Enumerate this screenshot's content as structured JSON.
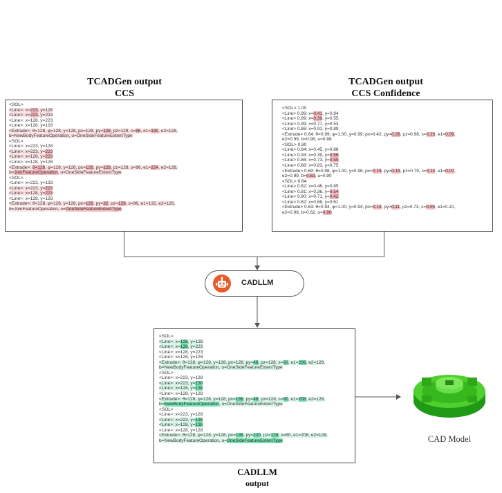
{
  "titles": {
    "left": [
      "TCADGen output",
      "CCS"
    ],
    "right": [
      "TCADGen output",
      "CCS Confidence"
    ],
    "bottom": [
      "CADLLM",
      "output"
    ]
  },
  "cadllm": {
    "label": "CADLLM",
    "icon": "robot-icon"
  },
  "cad_model": {
    "caption": "CAD Model"
  },
  "colors": {
    "highlight_red": "#f6b8bd",
    "band_red": "#fde3e5",
    "highlight_green": "#74e3b2",
    "band_green": "#dbf6ea"
  },
  "panels": {
    "ccs": [
      {
        "band": "",
        "segs": [
          {
            "t": "<SOL>"
          }
        ]
      },
      {
        "band": "red",
        "segs": [
          {
            "t": "<Line>: x="
          },
          {
            "t": "223",
            "h": true
          },
          {
            "t": ", y=128"
          }
        ]
      },
      {
        "band": "red",
        "segs": [
          {
            "t": "<Line>: x="
          },
          {
            "t": "223",
            "h": true
          },
          {
            "t": ", y=223"
          }
        ]
      },
      {
        "band": "",
        "segs": [
          {
            "t": "<Line>: x=128, y=223"
          }
        ]
      },
      {
        "band": "",
        "segs": [
          {
            "t": "<Line>: x=128, y=128"
          }
        ]
      },
      {
        "band": "red",
        "segs": [
          {
            "t": "<Extrude>: θ=128, φ=128, y=128, px=128, py="
          },
          {
            "t": "128",
            "h": true
          },
          {
            "t": ", pz=128, s="
          },
          {
            "t": "96",
            "h": true
          },
          {
            "t": ", e1="
          },
          {
            "t": "130",
            "h": true
          },
          {
            "t": ", e2=128,"
          }
        ]
      },
      {
        "band": "red",
        "segs": [
          {
            "t": "b=NewBodyFeatureOperation, u=OneSideFeatureExtentType"
          }
        ]
      },
      {
        "band": "",
        "segs": [
          {
            "t": "<SOL>"
          }
        ]
      },
      {
        "band": "",
        "segs": [
          {
            "t": "<Line>: x=223, y=128"
          }
        ]
      },
      {
        "band": "red",
        "segs": [
          {
            "t": "<Line>: x=223, y="
          },
          {
            "t": "223",
            "h": true
          }
        ]
      },
      {
        "band": "red",
        "segs": [
          {
            "t": "<Line>: x=128, y="
          },
          {
            "t": "223",
            "h": true
          }
        ]
      },
      {
        "band": "",
        "segs": [
          {
            "t": "<Line>: x=128, y=128"
          }
        ]
      },
      {
        "band": "red",
        "segs": [
          {
            "t": "<Extrude>: "
          },
          {
            "t": "θ=128",
            "h": true
          },
          {
            "t": ", φ=128, y=128, px="
          },
          {
            "t": "128",
            "h": true
          },
          {
            "t": ", py="
          },
          {
            "t": "128",
            "h": true
          },
          {
            "t": ", pz=128, s=96, e1="
          },
          {
            "t": "224",
            "h": true
          },
          {
            "t": ", e2=128,"
          }
        ]
      },
      {
        "band": "red",
        "segs": [
          {
            "t": "b="
          },
          {
            "t": "JoinFeatureOperation",
            "h": true
          },
          {
            "t": ", u=OneSideFeatureExtentType"
          }
        ]
      },
      {
        "band": "",
        "segs": [
          {
            "t": "<SOL>"
          }
        ]
      },
      {
        "band": "",
        "segs": [
          {
            "t": "<Line>: x=223, y=128"
          }
        ]
      },
      {
        "band": "red",
        "segs": [
          {
            "t": "<Line>: x=223, y="
          },
          {
            "t": "223",
            "h": true
          }
        ]
      },
      {
        "band": "red",
        "segs": [
          {
            "t": "<Line>: x=128, y="
          },
          {
            "t": "223",
            "h": true
          }
        ]
      },
      {
        "band": "",
        "segs": [
          {
            "t": "<Line>: x=128, y=128"
          }
        ]
      },
      {
        "band": "red",
        "segs": [
          {
            "t": "<Extrude>: θ=128, φ=128, y=128, px="
          },
          {
            "t": "128",
            "h": true
          },
          {
            "t": ", py="
          },
          {
            "t": "32",
            "h": true
          },
          {
            "t": ", pz="
          },
          {
            "t": "128",
            "h": true
          },
          {
            "t": ", s=96, e1=132, e2=128,"
          }
        ]
      },
      {
        "band": "red",
        "segs": [
          {
            "t": "b=JoinFeatureOperation, u="
          },
          {
            "t": "OneSideFeatureExtentType",
            "h": true
          }
        ]
      }
    ],
    "confidence": [
      {
        "band": "",
        "segs": [
          {
            "t": "<SOL> 1.00"
          }
        ]
      },
      {
        "band": "",
        "segs": [
          {
            "t": "<Line> 0.99: x="
          },
          {
            "t": "0.41",
            "h": true
          },
          {
            "t": ", y=0.94"
          }
        ]
      },
      {
        "band": "",
        "segs": [
          {
            "t": "<Line> 0.99: x="
          },
          {
            "t": "0.39",
            "h": true
          },
          {
            "t": ", y=0.55"
          }
        ]
      },
      {
        "band": "",
        "segs": [
          {
            "t": "<Line> 0.99: x=0.77, y=0.53"
          }
        ]
      },
      {
        "band": "",
        "segs": [
          {
            "t": "<Line> 0.86: x=0.91, y=0.89"
          }
        ]
      },
      {
        "band": "",
        "segs": [
          {
            "t": "<Extrude> 0.64: θ=0.99, φ=1.00, y=0.99, px=0.42, py="
          },
          {
            "t": "0.28",
            "h": true
          },
          {
            "t": ", pz=0.98, s="
          },
          {
            "t": "0.23",
            "h": true
          },
          {
            "t": ", e1="
          },
          {
            "t": "0.09",
            "h": true
          },
          {
            "t": ","
          }
        ]
      },
      {
        "band": "",
        "segs": [
          {
            "t": "e2=0.99, b=0.98, u=0.88"
          }
        ]
      },
      {
        "band": "",
        "segs": [
          {
            "t": "<SOL> 0.80"
          }
        ]
      },
      {
        "band": "",
        "segs": [
          {
            "t": "<Line> 0.84: x=0.45, y=0.88"
          }
        ]
      },
      {
        "band": "",
        "segs": [
          {
            "t": "<Line> 0.94: x=0.39, y="
          },
          {
            "t": "0.56",
            "h": true
          }
        ]
      },
      {
        "band": "",
        "segs": [
          {
            "t": "<Line> 0.86: x=0.73, y="
          },
          {
            "t": "0.55",
            "h": true
          }
        ]
      },
      {
        "band": "",
        "segs": [
          {
            "t": "<Line> 0.88: x=0.83, y=0.75"
          }
        ]
      },
      {
        "band": "",
        "segs": [
          {
            "t": "<Extrude> 0.69: θ=0.98, φ=1.00, y=0.98, px="
          },
          {
            "t": "0.15",
            "h": true
          },
          {
            "t": ", py="
          },
          {
            "t": "0.15",
            "h": true
          },
          {
            "t": ", pz=0.79, s="
          },
          {
            "t": "0.10",
            "h": true
          },
          {
            "t": ", e1="
          },
          {
            "t": "0.07",
            "h": true
          },
          {
            "t": ","
          }
        ]
      },
      {
        "band": "",
        "segs": [
          {
            "t": "e2=0.99, b="
          },
          {
            "t": "0.63",
            "h": true
          },
          {
            "t": ", u=0.90"
          }
        ]
      },
      {
        "band": "",
        "segs": [
          {
            "t": "<SOL> 0.64"
          }
        ]
      },
      {
        "band": "",
        "segs": [
          {
            "t": "<Line> 0.82: x=0.46, y=0.85"
          }
        ]
      },
      {
        "band": "",
        "segs": [
          {
            "t": "<Line> 0.81: x=0.36, y="
          },
          {
            "t": "0.54",
            "h": true
          }
        ]
      },
      {
        "band": "",
        "segs": [
          {
            "t": "<Line> 0.90: x=0.71, y="
          },
          {
            "t": "0.42",
            "h": true
          }
        ]
      },
      {
        "band": "",
        "segs": [
          {
            "t": "<Line> 0.82: x=0.68, y=0.61"
          }
        ]
      },
      {
        "band": "",
        "segs": [
          {
            "t": "<Extrude> 0.63: θ=0.94, φ=1.00, y=0.94, px="
          },
          {
            "t": "0.13",
            "h": true
          },
          {
            "t": ", py="
          },
          {
            "t": "0.11",
            "h": true
          },
          {
            "t": ", pz=0.73, s="
          },
          {
            "t": "0.09",
            "h": true
          },
          {
            "t": ", e1=0.10,"
          }
        ]
      },
      {
        "band": "",
        "segs": [
          {
            "t": "e2=0.98, b=0.62, u="
          },
          {
            "t": "0.90",
            "h": true
          }
        ]
      }
    ],
    "output": [
      {
        "band": "",
        "segs": [
          {
            "t": "<SOL>"
          }
        ]
      },
      {
        "band": "green",
        "segs": [
          {
            "t": "<Line>: x="
          },
          {
            "t": "138",
            "h": true
          },
          {
            "t": ", y=128"
          }
        ]
      },
      {
        "band": "green",
        "segs": [
          {
            "t": "<Line>: x="
          },
          {
            "t": "138",
            "h": true
          },
          {
            "t": ", y=223"
          }
        ]
      },
      {
        "band": "",
        "segs": [
          {
            "t": "<Line>: x=128, y=223"
          }
        ]
      },
      {
        "band": "",
        "segs": [
          {
            "t": "<Line>: x=128, y=128"
          }
        ]
      },
      {
        "band": "green",
        "segs": [
          {
            "t": "<Extrude>: θ=128, φ=128, y=128, px=128, py="
          },
          {
            "t": "48",
            "h": true
          },
          {
            "t": ", pz=128, s="
          },
          {
            "t": "80",
            "h": true
          },
          {
            "t": ", e1="
          },
          {
            "t": "208",
            "h": true
          },
          {
            "t": ", e2=128,"
          }
        ]
      },
      {
        "band": "green",
        "segs": [
          {
            "t": "b=NewBodyFeatureOperation, u=OneSideFeatureExtentType"
          }
        ]
      },
      {
        "band": "",
        "segs": [
          {
            "t": "<SOL>"
          }
        ]
      },
      {
        "band": "",
        "segs": [
          {
            "t": "<Line>: x=223, y=128"
          }
        ]
      },
      {
        "band": "green",
        "segs": [
          {
            "t": "<Line>: x=223, y="
          },
          {
            "t": "138",
            "h": true
          }
        ]
      },
      {
        "band": "green",
        "segs": [
          {
            "t": "<Line>: x=128, y="
          },
          {
            "t": "138",
            "h": true
          }
        ]
      },
      {
        "band": "",
        "segs": [
          {
            "t": "<Line>: x=128, y=128"
          }
        ]
      },
      {
        "band": "green",
        "segs": [
          {
            "t": "<Extrude>: θ=128, φ=128, y=128, px="
          },
          {
            "t": "136",
            "h": true
          },
          {
            "t": ", py="
          },
          {
            "t": "48",
            "h": true
          },
          {
            "t": ", pz=128, s="
          },
          {
            "t": "80",
            "h": true
          },
          {
            "t": ", e1="
          },
          {
            "t": "208",
            "h": true
          },
          {
            "t": ", e2=128,"
          }
        ]
      },
      {
        "band": "green",
        "segs": [
          {
            "t": "b="
          },
          {
            "t": "NewBodyFeatureOperation",
            "h": true
          },
          {
            "t": ", u=OneSideFeatureExtentType"
          }
        ]
      },
      {
        "band": "",
        "segs": [
          {
            "t": "<SOL>"
          }
        ]
      },
      {
        "band": "",
        "segs": [
          {
            "t": "<Line>: x=223, y=128"
          }
        ]
      },
      {
        "band": "green",
        "segs": [
          {
            "t": "<Line>: x=223, y="
          },
          {
            "t": "138",
            "h": true
          }
        ]
      },
      {
        "band": "green",
        "segs": [
          {
            "t": "<Line>: x=128, y="
          },
          {
            "t": "138",
            "h": true
          }
        ]
      },
      {
        "band": "",
        "segs": [
          {
            "t": "<Line>: x=128, y=128"
          }
        ]
      },
      {
        "band": "green",
        "segs": [
          {
            "t": "<Extrude>: θ=128, φ=128, y=128, px="
          },
          {
            "t": "136",
            "h": true
          },
          {
            "t": ", py="
          },
          {
            "t": "120",
            "h": true
          },
          {
            "t": ", pz="
          },
          {
            "t": "128",
            "h": true
          },
          {
            "t": ", s=80, e1=208, e2=128,"
          }
        ]
      },
      {
        "band": "green",
        "segs": [
          {
            "t": "b=NewBodyFeatureOperation, u="
          },
          {
            "t": "OneSideFeatureExtentType",
            "h": true
          }
        ]
      }
    ]
  }
}
